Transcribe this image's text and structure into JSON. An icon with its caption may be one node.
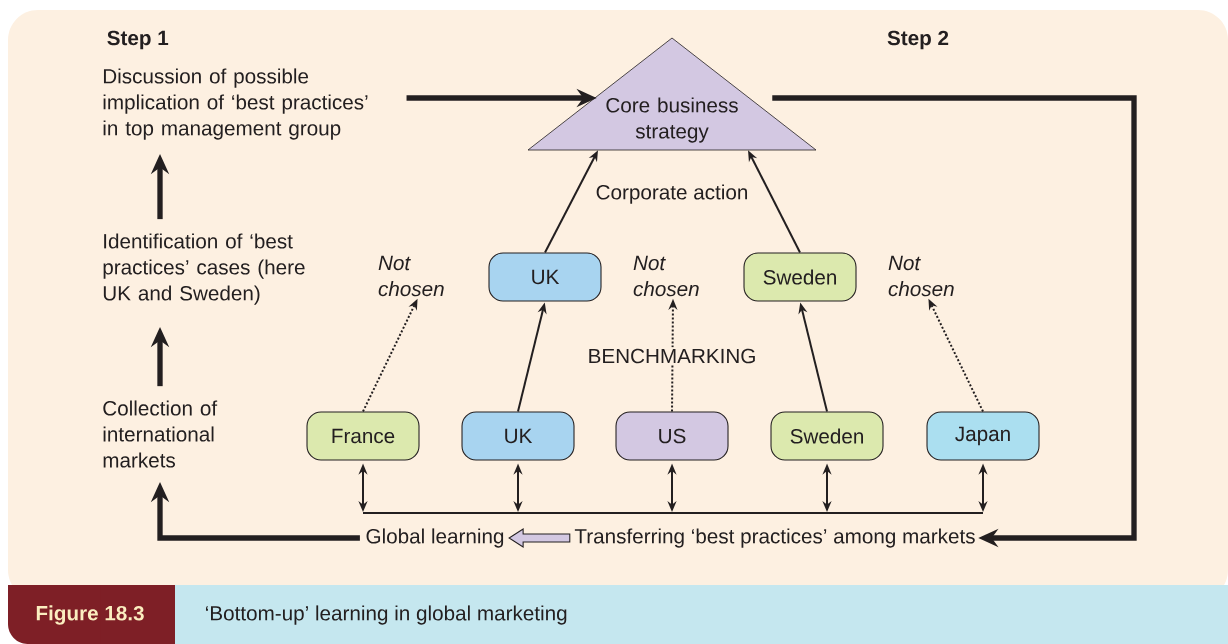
{
  "diagram": {
    "caption": "‘Bottom-up’ learning in global marketing",
    "nodes": [
      {
        "text": [
          "Discussion of possible implication of ‘best practices’ in top management group"
        ]
      },
      {
        "text": [
          "Identification of ‘best practices’ cases (here UK and Sweden)"
        ]
      },
      {
        "text": [
          "Collection of international markets"
        ]
      },
      {
        "text": [
          "Core business strategy"
        ]
      },
      {
        "text": [
          "UK"
        ]
      },
      {
        "text": [
          "Sweden"
        ]
      },
      {
        "text": [
          "Not chosen"
        ]
      },
      {
        "text": [
          "Not chosen"
        ]
      },
      {
        "text": [
          "Not chosen"
        ]
      },
      {
        "text": [
          "France"
        ]
      },
      {
        "text": [
          "UK"
        ]
      },
      {
        "text": [
          "US"
        ]
      },
      {
        "text": [
          "Sweden"
        ]
      },
      {
        "text": [
          "Japan"
        ]
      },
      {
        "text": [],
        "shape": "bar"
      },
      {
        "text": [
          "Global learning"
        ]
      },
      {
        "text": [
          "Transferring ‘best practices’ among markets"
        ]
      }
    ],
    "edges": [
      {
        "from": 1,
        "to": 0,
        "arrow": "to",
        "style": "thick"
      },
      {
        "from": 2,
        "to": 1,
        "arrow": "to",
        "style": "thick"
      },
      {
        "from": 0,
        "to": 3,
        "arrow": "to",
        "style": "thick"
      },
      {
        "from": 3,
        "to": 16,
        "arrow": "to",
        "style": "thick"
      },
      {
        "from": 16,
        "to": 15,
        "arrow": "to",
        "color": "#d3c8e2"
      },
      {
        "from": 15,
        "to": 2,
        "arrow": "to",
        "style": "thick"
      },
      {
        "from": 4,
        "to": 3,
        "arrow": "to"
      },
      {
        "from": 5,
        "to": 3,
        "arrow": "to"
      },
      {
        "from": 10,
        "to": 4,
        "arrow": "to"
      },
      {
        "from": 12,
        "to": 5,
        "arrow": "to"
      },
      {
        "from": 9,
        "to": 6,
        "arrow": "to",
        "style": "dashed"
      },
      {
        "from": 11,
        "to": 7,
        "arrow": "to",
        "style": "dashed"
      },
      {
        "from": 13,
        "to": 8,
        "arrow": "to",
        "style": "dashed"
      },
      {
        "from": 9,
        "to": 14,
        "arrow": "both"
      },
      {
        "from": 10,
        "to": 14,
        "arrow": "both"
      },
      {
        "from": 11,
        "to": 14,
        "arrow": "both"
      },
      {
        "from": 12,
        "to": 14,
        "arrow": "both"
      },
      {
        "from": 13,
        "to": 14,
        "arrow": "both"
      }
    ],
    "labels": [
      "Step 1",
      "Step 2",
      "Corporate action",
      "BENCHMARKING",
      "Figure 18.3"
    ]
  }
}
